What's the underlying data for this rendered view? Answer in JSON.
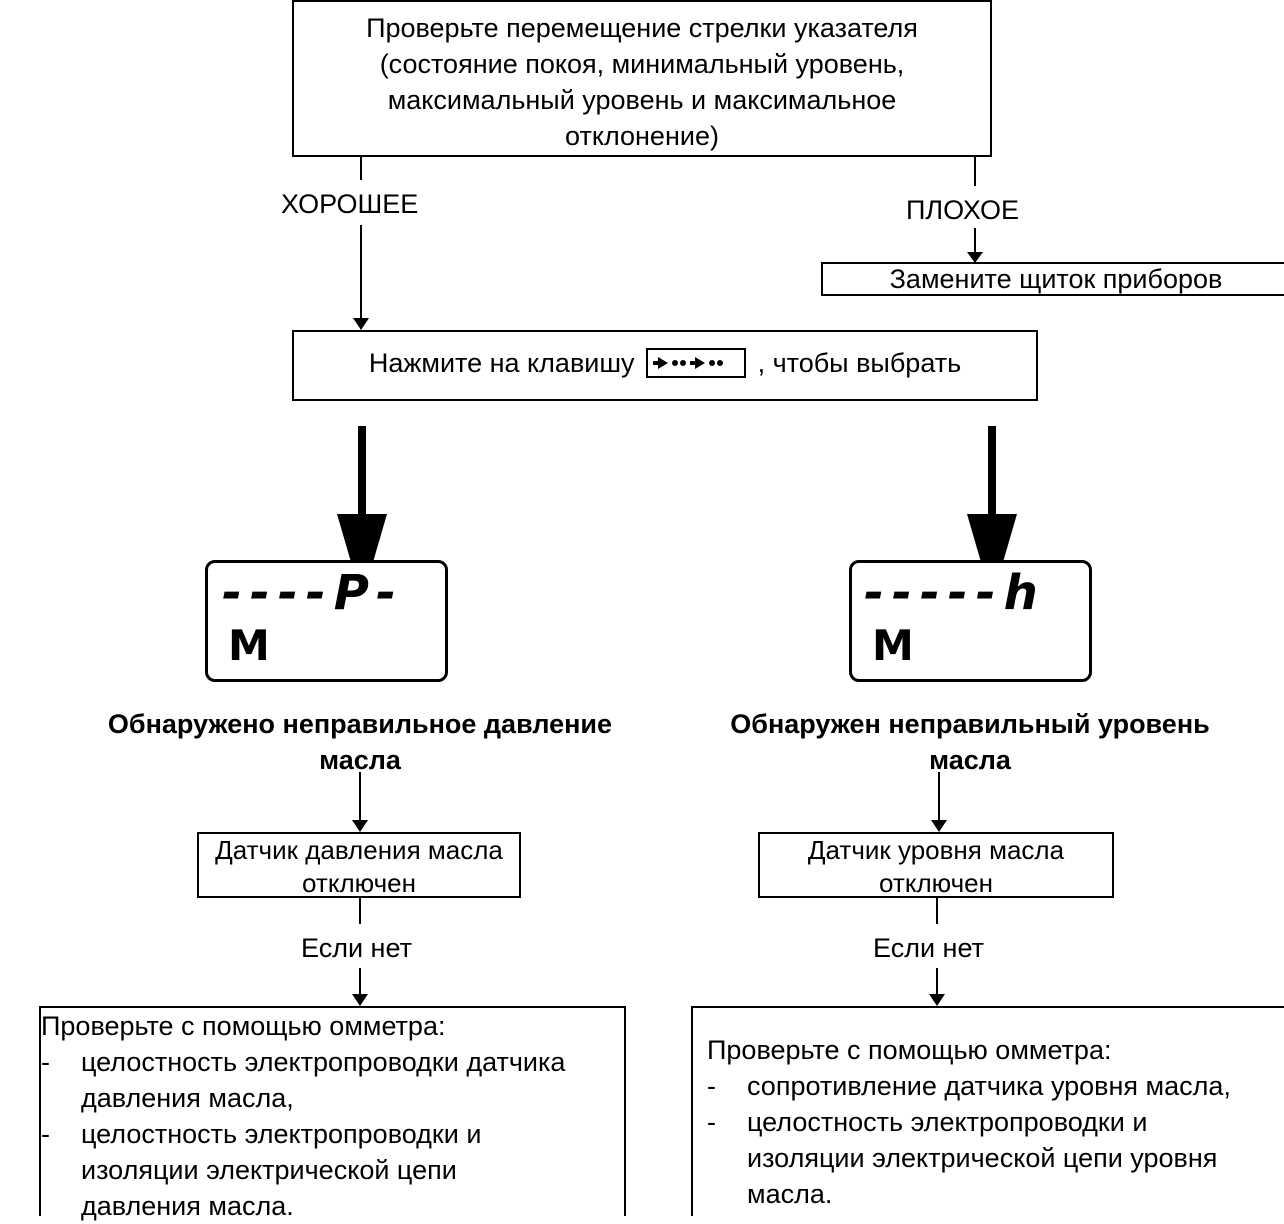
{
  "top_box": {
    "lines": [
      "Проверьте перемещение стрелки указателя",
      "(состояние покоя, минимальный уровень,",
      "максимальный уровень и максимальное",
      "отклонение)"
    ]
  },
  "labels": {
    "good": "ХОРОШЕЕ",
    "bad": "ПЛОХОЕ",
    "if_not_left": "Если нет",
    "if_not_right": "Если нет"
  },
  "replace_box": {
    "text": "Замените щиток приборов"
  },
  "press_box": {
    "before": "Нажмите на клавишу",
    "after": ", чтобы выбрать",
    "key_icon": "arrow-dot-key-icon"
  },
  "left": {
    "display_top": "----P-",
    "display_mode": "M",
    "heading_line1": "Обнаружено неправильное давление",
    "heading_line2": "масла",
    "sensor_line1": "Датчик давления масла",
    "sensor_line2": "отключен",
    "check_title": "Проверьте с помощью омметра:",
    "items": [
      {
        "dash": "-",
        "lines": [
          "целостность электропроводки датчика",
          "давления масла,"
        ]
      },
      {
        "dash": "-",
        "lines": [
          "целостность электропроводки и",
          "изоляции электрической цепи",
          "давления масла."
        ]
      }
    ]
  },
  "right": {
    "display_top": "-----h",
    "display_mode": "M",
    "heading_line1": "Обнаружен неправильный уровень",
    "heading_line2": "масла",
    "sensor_line1": "Датчик уровня масла",
    "sensor_line2": "отключен",
    "check_title": "Проверьте с помощью омметра:",
    "items": [
      {
        "dash": "-",
        "lines": [
          "сопротивление датчика уровня масла,"
        ]
      },
      {
        "dash": "-",
        "lines": [
          "целостность электропроводки и",
          "изоляции электрической цепи уровня",
          "масла."
        ]
      }
    ]
  }
}
